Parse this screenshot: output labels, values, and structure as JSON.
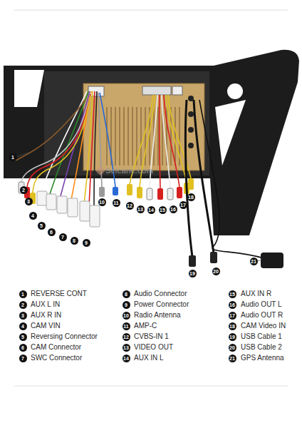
{
  "diagram": {
    "nodes": [
      {
        "text": [
          "1"
        ]
      },
      {
        "text": [
          "2"
        ]
      },
      {
        "text": [
          "3"
        ]
      },
      {
        "text": [
          "4"
        ]
      },
      {
        "text": [
          "5"
        ]
      },
      {
        "text": [
          "6"
        ]
      },
      {
        "text": [
          "7"
        ]
      },
      {
        "text": [
          "8"
        ]
      },
      {
        "text": [
          "9"
        ]
      },
      {
        "text": [
          "10"
        ]
      },
      {
        "text": [
          "11"
        ]
      },
      {
        "text": [
          "12"
        ]
      },
      {
        "text": [
          "13"
        ]
      },
      {
        "text": [
          "14"
        ]
      },
      {
        "text": [
          "15"
        ]
      },
      {
        "text": [
          "16"
        ]
      },
      {
        "text": [
          "17"
        ]
      },
      {
        "text": [
          "18"
        ]
      },
      {
        "text": [
          "19"
        ]
      },
      {
        "text": [
          "20"
        ]
      },
      {
        "text": [
          "21"
        ]
      },
      {
        "text": [
          "1"
        ]
      },
      {
        "text": [
          "2"
        ]
      },
      {
        "text": [
          "3"
        ]
      },
      {
        "text": [
          "4"
        ]
      },
      {
        "text": [
          "5"
        ]
      },
      {
        "text": [
          "6"
        ]
      },
      {
        "text": [
          "7"
        ]
      },
      {
        "text": [
          "8"
        ]
      },
      {
        "text": [
          "9"
        ]
      },
      {
        "text": [
          "10"
        ]
      },
      {
        "text": [
          "11"
        ]
      },
      {
        "text": [
          "12"
        ]
      },
      {
        "text": [
          "13"
        ]
      },
      {
        "text": [
          "14"
        ]
      },
      {
        "text": [
          "15"
        ]
      },
      {
        "text": [
          "16"
        ]
      },
      {
        "text": [
          "17"
        ]
      },
      {
        "text": [
          "18"
        ]
      },
      {
        "text": [
          "19"
        ]
      },
      {
        "text": [
          "20"
        ]
      },
      {
        "text": [
          "21"
        ]
      }
    ],
    "labels": [
      "Seicane.com",
      "REVERSE CONT",
      "AUX L IN",
      "AUX R IN",
      "CAM VIN",
      "Reversing Connector",
      "CAM Connector",
      "SWC Connector",
      "Audio Connector",
      "Power Connector",
      "Radio Antenna",
      "AMP-C",
      "CVBS-IN 1",
      "VIDEO OUT",
      "AUX IN L",
      "AUX IN R",
      "Audio OUT L",
      "Audio OUT R",
      "CAM Video IN",
      "USB Cable 1",
      "USB Cable 2",
      "GPS Antenna"
    ]
  }
}
